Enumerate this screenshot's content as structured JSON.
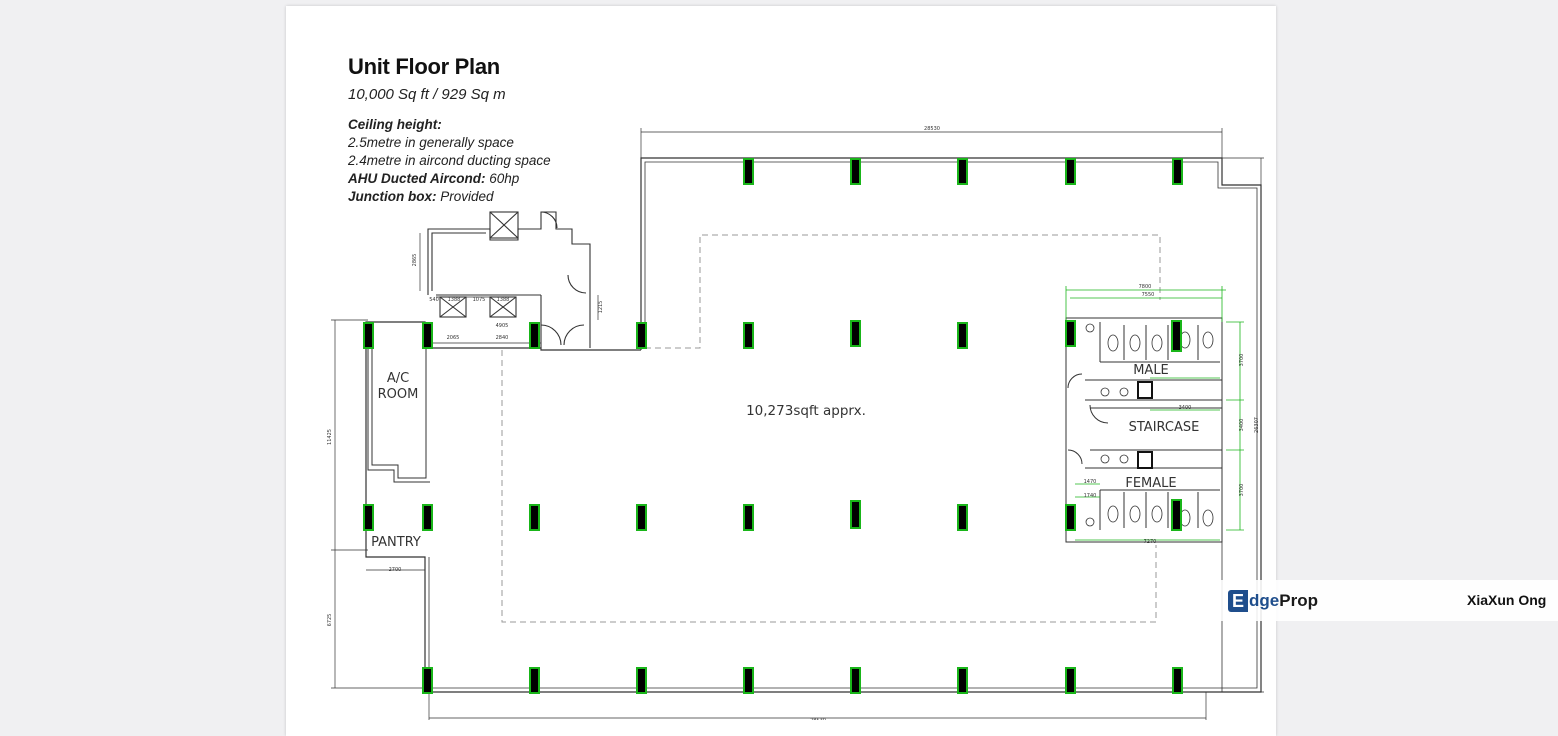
{
  "document": {
    "title": "Unit Floor Plan",
    "subtitle": "10,000 Sq ft / 929 Sq m",
    "specs": {
      "ceiling_label": "Ceiling height:",
      "ceiling_general": "2.5metre in generally space",
      "ceiling_aircond": "2.4metre in aircond ducting space",
      "ahu_label": "AHU Ducted Aircond:",
      "ahu_value": "60hp",
      "junction_label": "Junction box:",
      "junction_value": "Provided"
    }
  },
  "plan": {
    "area_label": "10,273sqft apprx.",
    "rooms": {
      "ac_room_line1": "A/C",
      "ac_room_line2": "ROOM",
      "pantry": "PANTRY",
      "male": "MALE",
      "staircase": "STAIRCASE",
      "female": "FEMALE"
    },
    "dimensions": {
      "top": "28530",
      "left_upper": "11425",
      "left_lower": "6725",
      "right_overall": "26307",
      "pantry_width": "2700",
      "lobby_total": "4905",
      "lobby_a": "2065",
      "lobby_b": "2840",
      "lift_a": "540",
      "lift_b": "1388",
      "lift_c": "1075",
      "lift_d": "1388",
      "lift_depth": "2865",
      "side_small": "1215",
      "male_top_outer": "7800",
      "male_top_inner": "7550",
      "male_h": "3700",
      "stair_h": "3400",
      "female_h": "3700",
      "female_bottom": "7270",
      "female_small": "1470",
      "female_small2": "1740",
      "stair_w": "3400",
      "bottom": "28530"
    },
    "colors": {
      "column_fill": "#000000",
      "column_edge": "#19b519",
      "wall": "#333333",
      "dashed_zone": "#9a9a9a"
    }
  },
  "watermark": {
    "logo_letter": "E",
    "logo_edge": "dge",
    "logo_prop": "Prop",
    "agent_name": "XiaXun Ong"
  }
}
